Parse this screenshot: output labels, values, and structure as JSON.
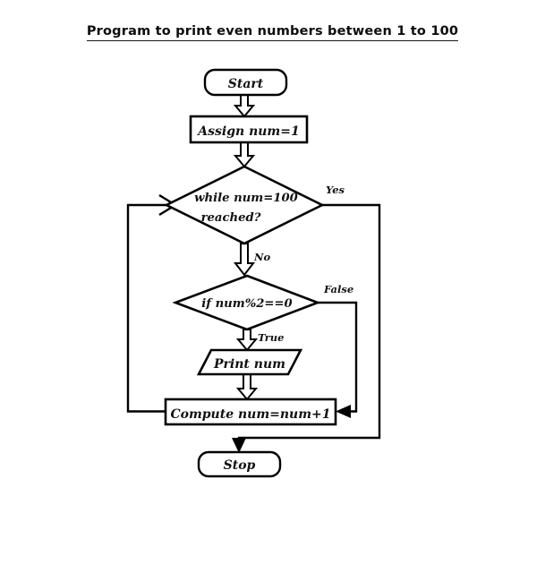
{
  "document": {
    "title": "Program to print even numbers between 1 to 100"
  },
  "chart_data": {
    "type": "diagram",
    "diagram_kind": "flowchart",
    "title": "Program to print even numbers between 1 to 100",
    "nodes": [
      {
        "id": "start",
        "shape": "terminator",
        "label": "Start"
      },
      {
        "id": "assign",
        "shape": "process",
        "label": "Assign num=1"
      },
      {
        "id": "while",
        "shape": "decision",
        "label_line1": "while num=100",
        "label_line2": "reached?"
      },
      {
        "id": "ifmod",
        "shape": "decision",
        "label": "if num%2==0"
      },
      {
        "id": "print",
        "shape": "input-output",
        "label": "Print num"
      },
      {
        "id": "compute",
        "shape": "process",
        "label": "Compute num=num+1"
      },
      {
        "id": "stop",
        "shape": "terminator",
        "label": "Stop"
      }
    ],
    "edges": [
      {
        "from": "start",
        "to": "assign",
        "label": ""
      },
      {
        "from": "assign",
        "to": "while",
        "label": ""
      },
      {
        "from": "while",
        "to": "stop",
        "label": "Yes"
      },
      {
        "from": "while",
        "to": "ifmod",
        "label": "No"
      },
      {
        "from": "ifmod",
        "to": "compute",
        "label": "False"
      },
      {
        "from": "ifmod",
        "to": "print",
        "label": "True"
      },
      {
        "from": "print",
        "to": "compute",
        "label": ""
      },
      {
        "from": "compute",
        "to": "while",
        "label": ""
      }
    ],
    "edge_labels": {
      "yes": "Yes",
      "no": "No",
      "true": "True",
      "false": "False"
    },
    "colors": {
      "stroke": "#000000",
      "fill": "#ffffff",
      "background": "#ffffff",
      "text": "#111111"
    }
  }
}
